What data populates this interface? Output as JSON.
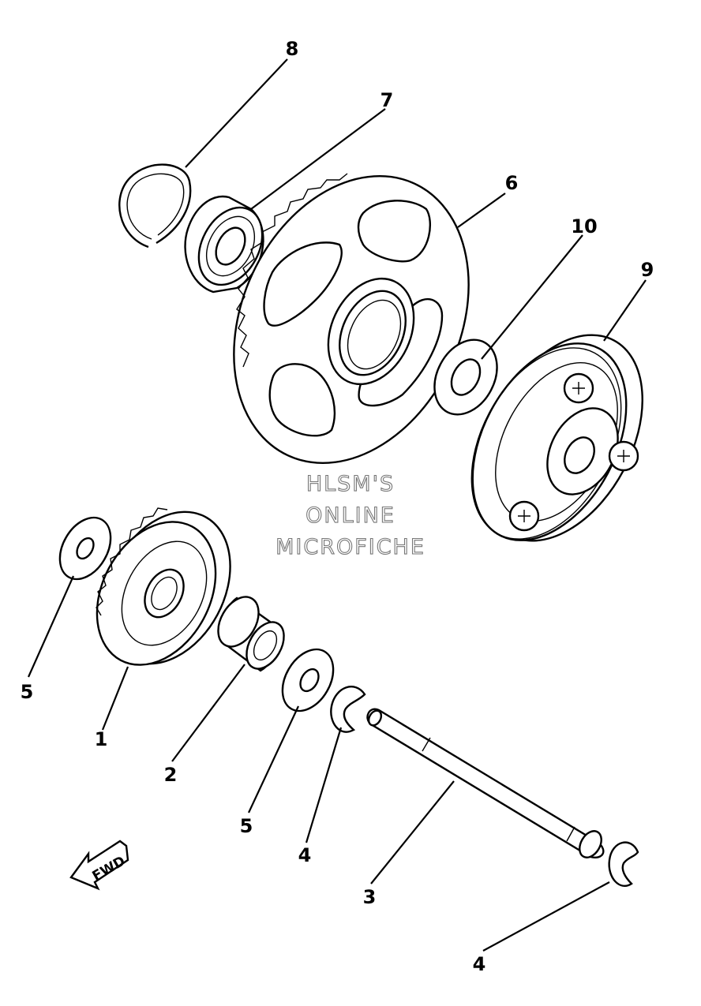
{
  "diagram": {
    "callouts": [
      {
        "label": "8"
      },
      {
        "label": "7"
      },
      {
        "label": "6"
      },
      {
        "label": "10"
      },
      {
        "label": "9"
      },
      {
        "label": "5"
      },
      {
        "label": "1"
      },
      {
        "label": "2"
      },
      {
        "label": "5"
      },
      {
        "label": "4"
      },
      {
        "label": "3"
      },
      {
        "label": "4"
      }
    ],
    "watermark": {
      "line1": "HLSM'S",
      "line2": "ONLINE",
      "line3": "MICROFICHE"
    },
    "direction_arrow": {
      "label": "FWD"
    }
  }
}
